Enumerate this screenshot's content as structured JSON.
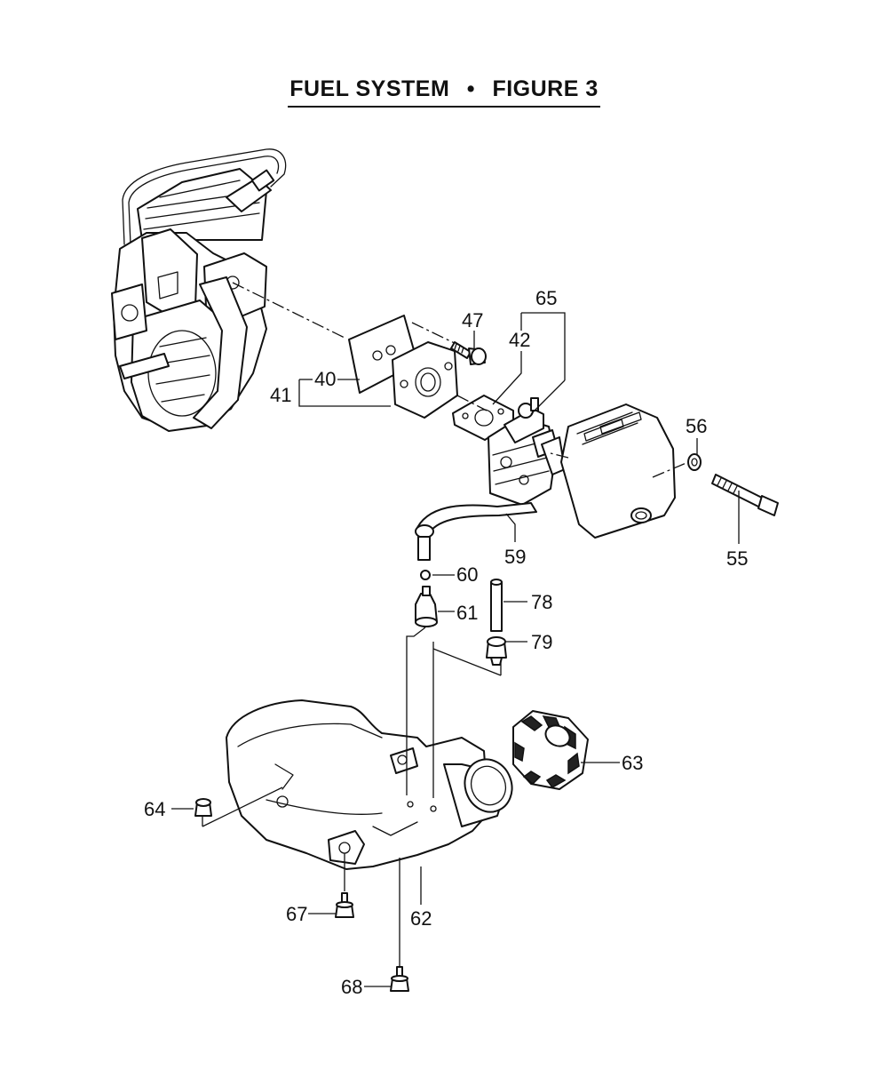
{
  "title": {
    "left": "FUEL SYSTEM",
    "separator": "•",
    "right": "FIGURE 3"
  },
  "callouts": {
    "c40": "40",
    "c41": "41",
    "c42": "42",
    "c47": "47",
    "c55": "55",
    "c56": "56",
    "c59": "59",
    "c60": "60",
    "c61": "61",
    "c62": "62",
    "c63": "63",
    "c64": "64",
    "c65": "65",
    "c67": "67",
    "c68": "68",
    "c78": "78",
    "c79": "79"
  }
}
